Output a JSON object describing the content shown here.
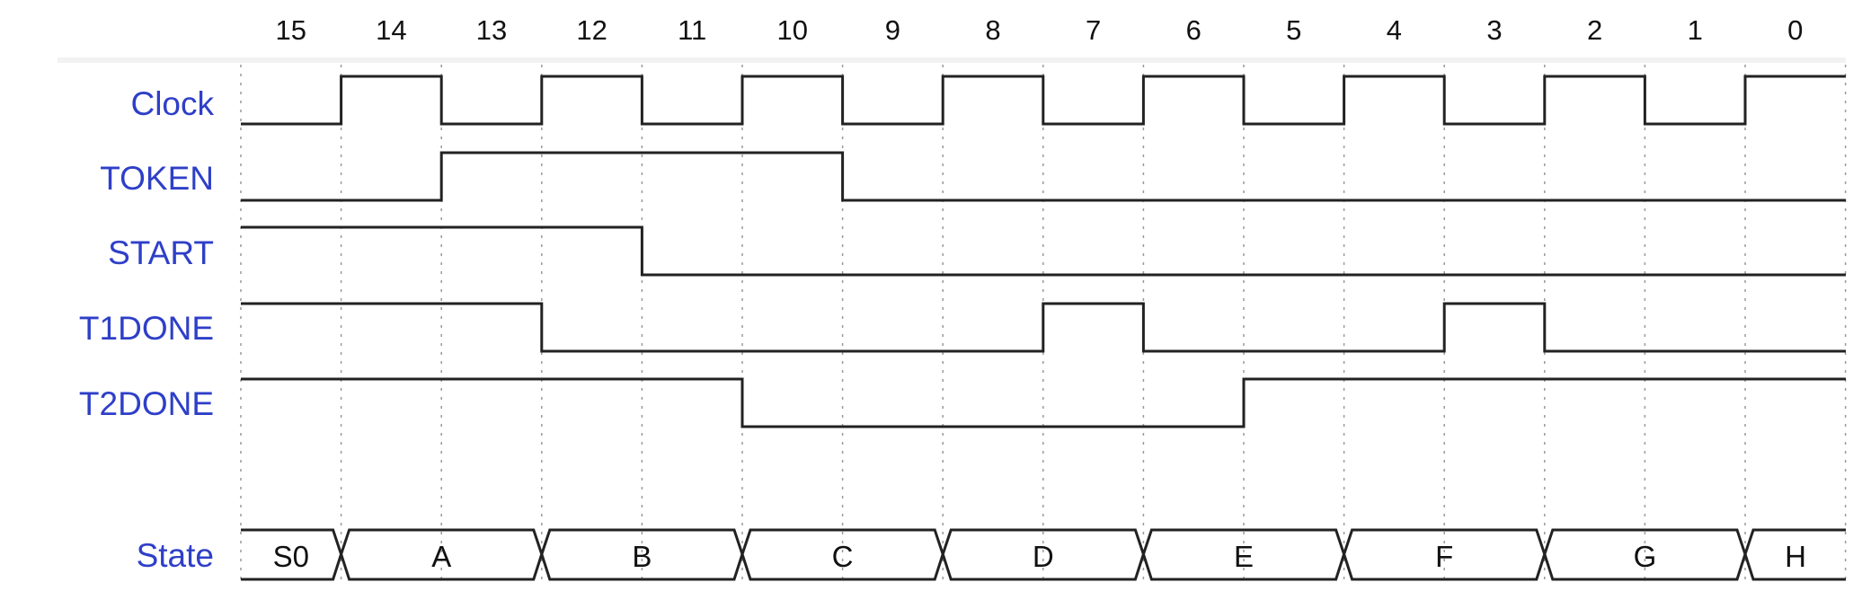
{
  "columns": [
    "15",
    "14",
    "13",
    "12",
    "11",
    "10",
    "9",
    "8",
    "7",
    "6",
    "5",
    "4",
    "3",
    "2",
    "1",
    "0"
  ],
  "signals": [
    {
      "name": "Clock",
      "kind": "clock",
      "initial": 0,
      "period_columns": 2,
      "half_period_columns": 1
    },
    {
      "name": "TOKEN",
      "kind": "digital",
      "initial": 0,
      "transitions": [
        {
          "after_column": "14",
          "level": 1
        },
        {
          "after_column": "10",
          "level": 0
        }
      ]
    },
    {
      "name": "START",
      "kind": "digital",
      "initial": 1,
      "transitions": [
        {
          "after_column": "12",
          "level": 0
        }
      ]
    },
    {
      "name": "T1DONE",
      "kind": "digital",
      "initial": 1,
      "transitions": [
        {
          "after_column": "13",
          "level": 0
        },
        {
          "after_column": "8",
          "level": 1
        },
        {
          "after_column": "7",
          "level": 0
        },
        {
          "after_column": "4",
          "level": 1
        },
        {
          "after_column": "3",
          "level": 0
        }
      ]
    },
    {
      "name": "T2DONE",
      "kind": "digital",
      "initial": 1,
      "transitions": [
        {
          "after_column": "11",
          "level": 0
        },
        {
          "after_column": "6",
          "level": 1
        }
      ]
    }
  ],
  "state_bus": {
    "name": "State",
    "segments": [
      {
        "label": "S0",
        "from_column": "15",
        "to_column": "15"
      },
      {
        "label": "A",
        "from_column": "14",
        "to_column": "13"
      },
      {
        "label": "B",
        "from_column": "12",
        "to_column": "11"
      },
      {
        "label": "C",
        "from_column": "10",
        "to_column": "9"
      },
      {
        "label": "D",
        "from_column": "8",
        "to_column": "7"
      },
      {
        "label": "E",
        "from_column": "6",
        "to_column": "5"
      },
      {
        "label": "F",
        "from_column": "4",
        "to_column": "3"
      },
      {
        "label": "G",
        "from_column": "2",
        "to_column": "1"
      },
      {
        "label": "H",
        "from_column": "0",
        "to_column": "0"
      }
    ]
  },
  "colors": {
    "signal_label": "#2e3fc8",
    "wave": "#222222",
    "grid": "#9a9a9a"
  }
}
